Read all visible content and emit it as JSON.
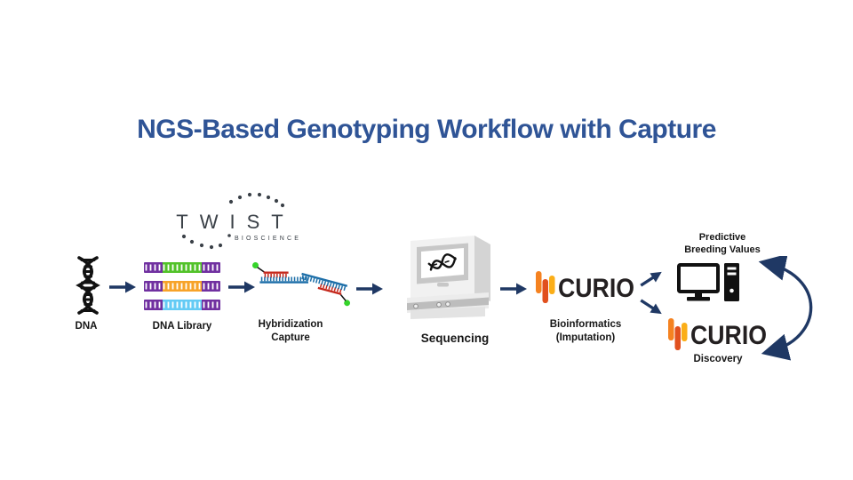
{
  "title": {
    "text": "NGS-Based Genotyping Workflow with Capture",
    "color": "#2F5496"
  },
  "colors": {
    "arrow": "#1F3864",
    "label": "#161616",
    "twist_text": "#3B4148",
    "curio_text": "#242021",
    "curio_bar_left": "#F58220",
    "curio_bar_mid": "#E1501E",
    "curio_bar_right": "#FBAE17",
    "library_end_purple": "#7030A0",
    "library_insert_green": "#52C229",
    "library_insert_orange": "#F7A329",
    "library_insert_blue": "#63CBF5",
    "probe_red": "#C5281C",
    "target_blue": "#1C6EA8",
    "biotin_green": "#35D42A",
    "dna_black": "#111111"
  },
  "logos": {
    "twist": {
      "wordmark": "TWIST",
      "subtext": "BIOSCIENCE"
    },
    "curio": {
      "wordmark": "CURIO"
    }
  },
  "steps": {
    "dna": {
      "label": "DNA"
    },
    "dna_library": {
      "label": "DNA Library"
    },
    "hybridization": {
      "line1": "Hybridization",
      "line2": "Capture"
    },
    "sequencing": {
      "label": "Sequencing"
    },
    "bioinformatics": {
      "line1": "Bioinformatics",
      "line2": "(Imputation)"
    },
    "predictive": {
      "line1": "Predictive",
      "line2": "Breeding Values"
    },
    "discovery": {
      "label": "Discovery"
    }
  }
}
